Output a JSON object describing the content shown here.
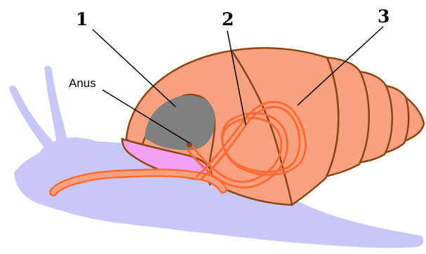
{
  "diagram": {
    "labels": {
      "one": "1",
      "two": "2",
      "three": "3",
      "anus": "Anus"
    },
    "colors": {
      "body": "#c8c8f8",
      "shell": "#f8a080",
      "outline": "#8b4513",
      "organ_gray": "#808080",
      "mantle_pink": "#f0a0f0",
      "intestine": "#ff6a33"
    }
  }
}
